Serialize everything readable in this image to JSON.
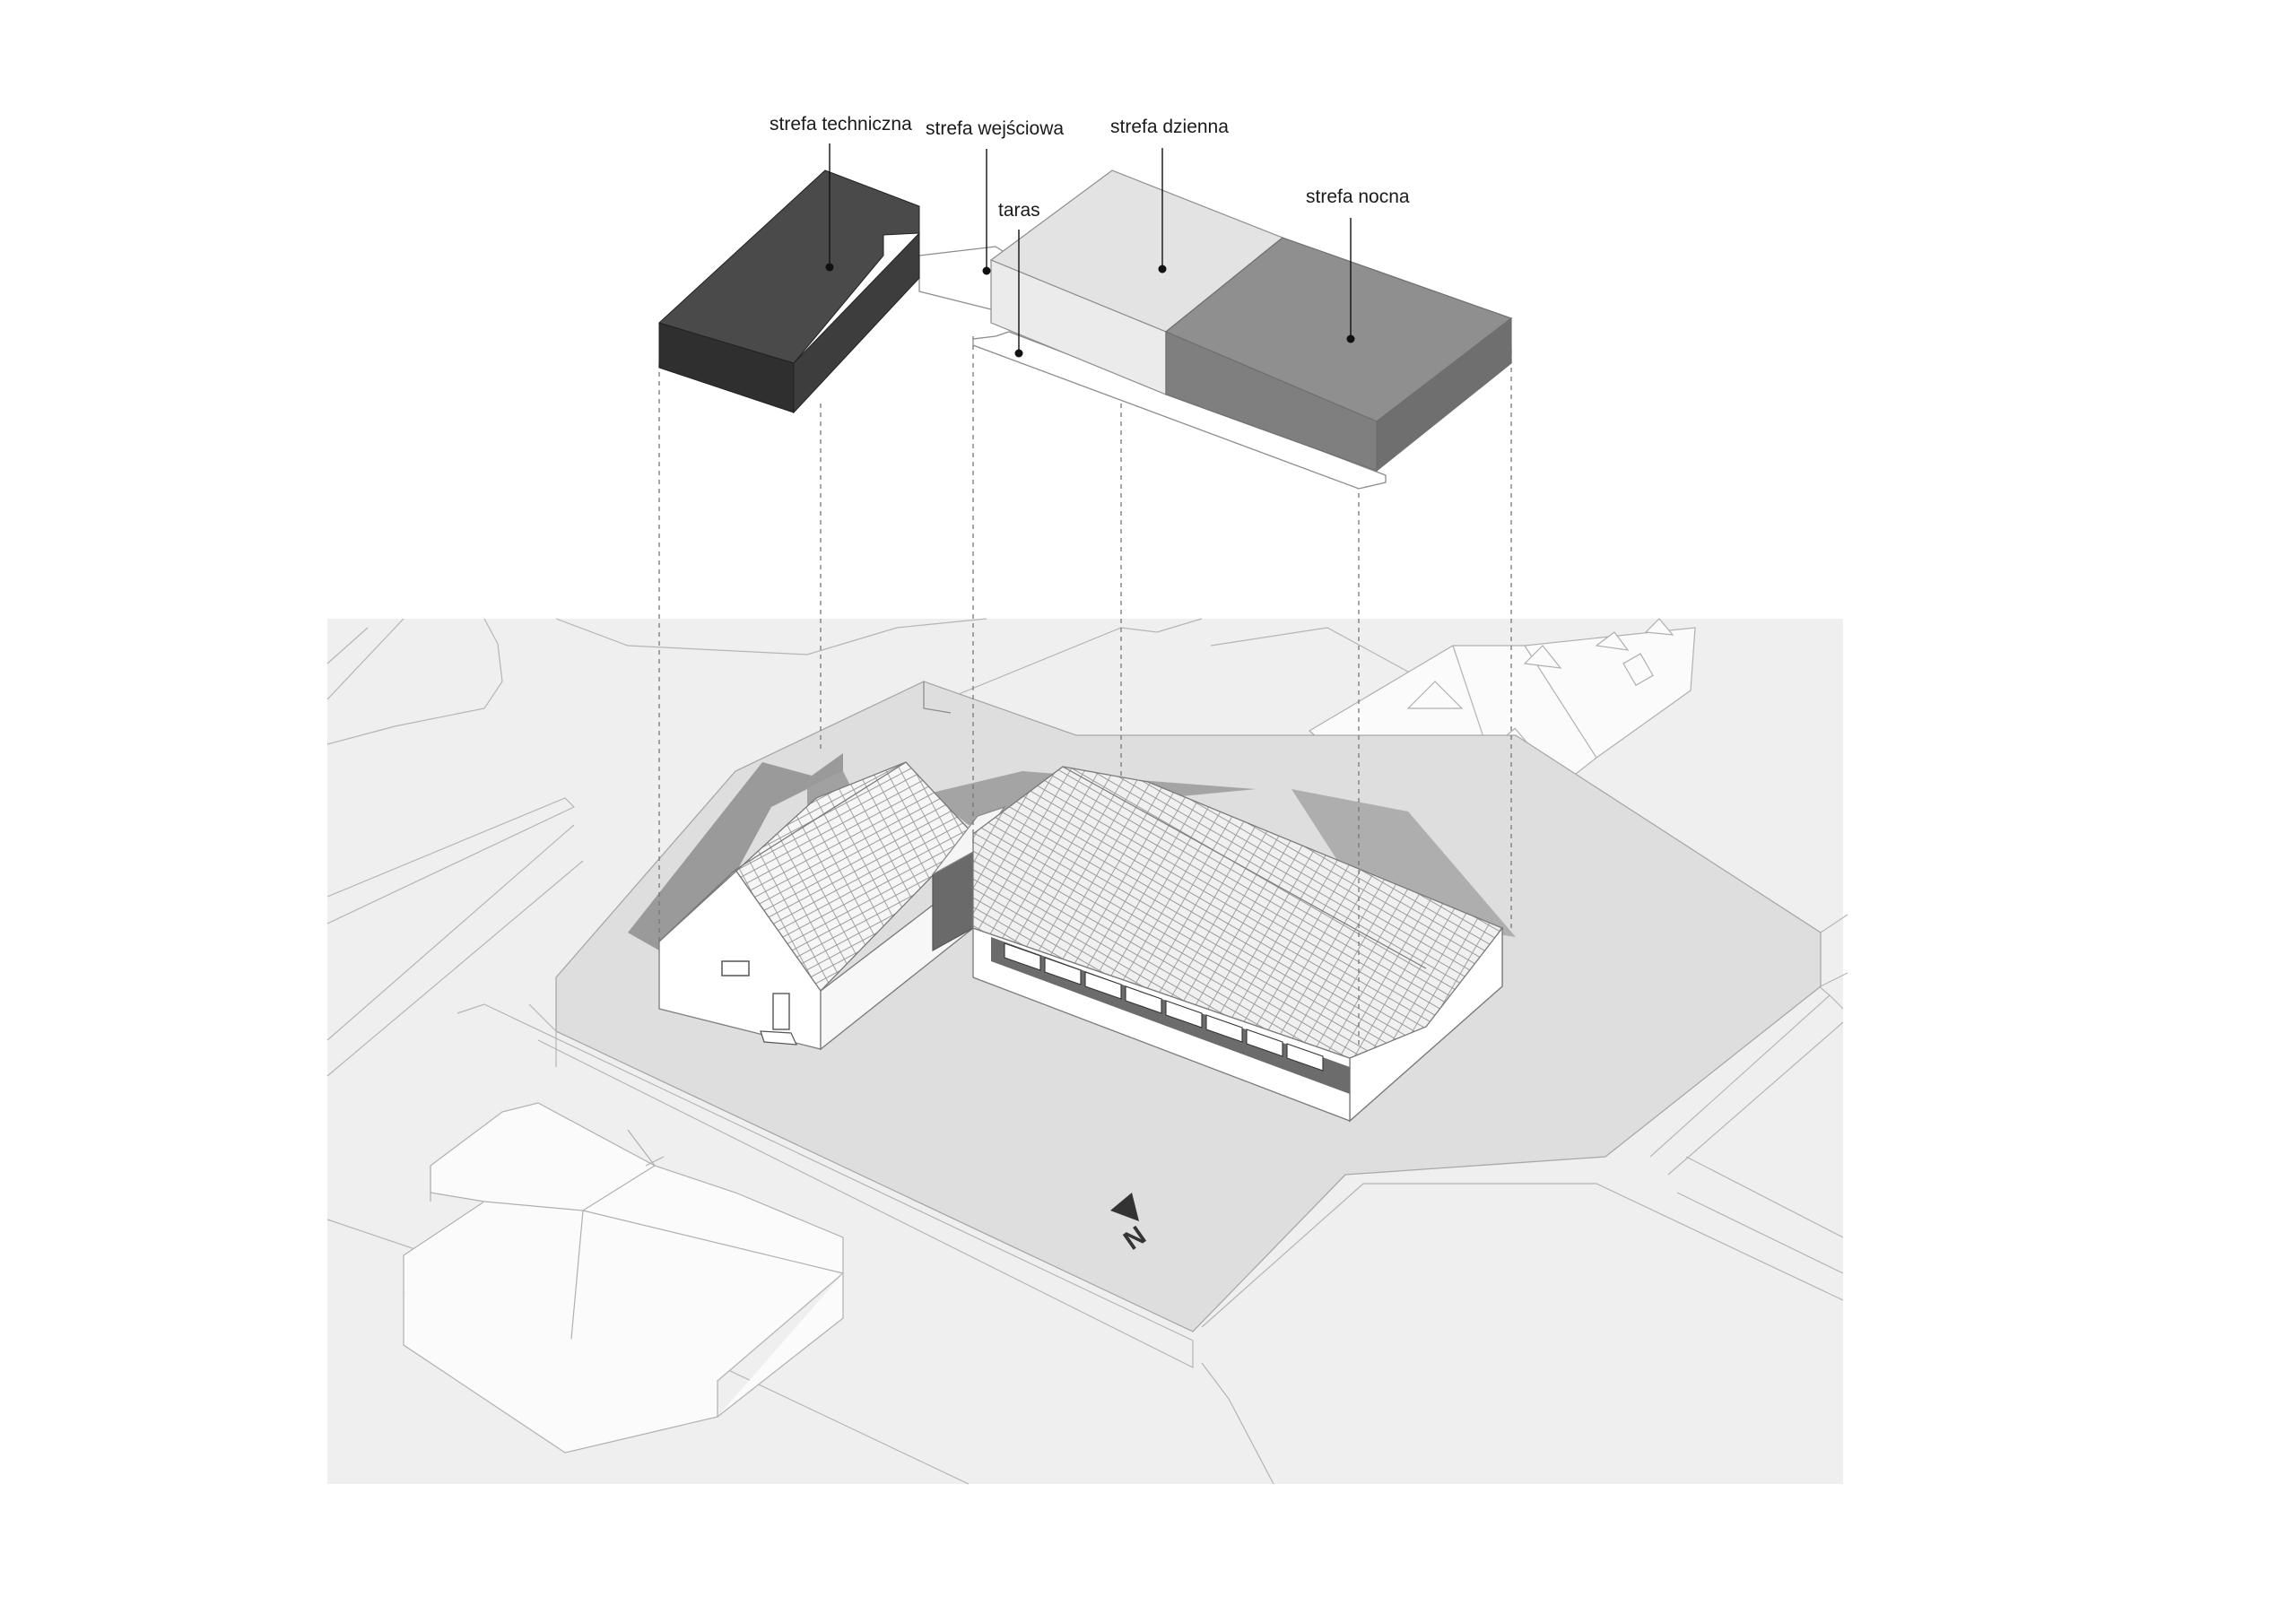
{
  "zones": [
    {
      "id": "techniczna",
      "label": "strefa techniczna",
      "color": "#4a4a4a"
    },
    {
      "id": "wejsciowa",
      "label": "strefa wejściowa",
      "color": "#ffffff"
    },
    {
      "id": "taras",
      "label": "taras",
      "color": "#ffffff"
    },
    {
      "id": "dzienna",
      "label": "strefa dzienna",
      "color": "#e3e3e3"
    },
    {
      "id": "nocna",
      "label": "strefa nocna",
      "color": "#8f8f8f"
    }
  ],
  "north_label": "N",
  "colors": {
    "site_bg": "#efefef",
    "plot": "#dedede",
    "shadow": "#9a9a9a",
    "roof": "#f4f4f4",
    "wall": "#ffffff",
    "line": "#8c8c8c"
  }
}
